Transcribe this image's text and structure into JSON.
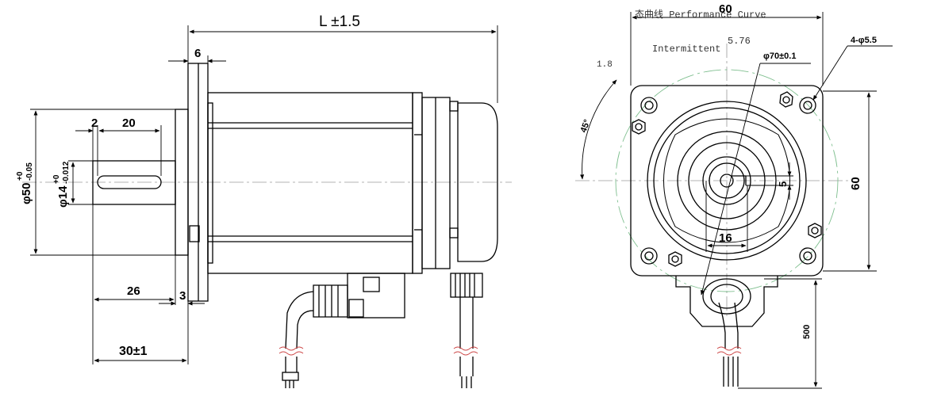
{
  "side_view": {
    "dims": {
      "L": "L ±1.5",
      "six": "6",
      "two": "2",
      "twenty": "20",
      "phi50": "φ50",
      "phi50_tol_upper": "+0",
      "phi50_tol_lower": "-0.05",
      "phi14": "φ14",
      "phi14_tol_upper": "+0",
      "phi14_tol_lower": "-0.012",
      "twentysix": "26",
      "three": "3",
      "thirty": "30±1"
    }
  },
  "front_view": {
    "dims": {
      "sixty_top": "60",
      "sixty_side": "60",
      "phi70": "φ70±0.1",
      "holes": "4-φ5.5",
      "five": "5",
      "sixteen": "16",
      "angle": "45°",
      "cable": "500"
    },
    "overlay": {
      "title": "态曲线  Performance Curve",
      "intermittent": "Intermittent",
      "value": "5.76",
      "small": "1.8"
    }
  },
  "colors": {
    "line": "#000000",
    "green_center": "#7fbf8f",
    "gray_center": "#9a9a9a"
  }
}
